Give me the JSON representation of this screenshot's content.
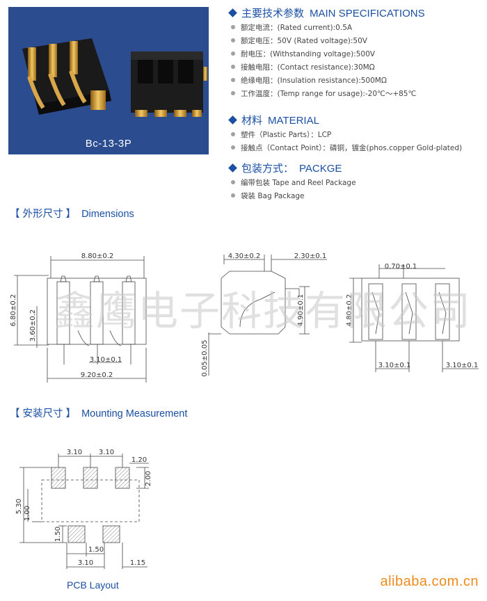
{
  "product": {
    "model": "Bc-13-3P"
  },
  "specs": {
    "main": {
      "title_cn": "主要技术参数",
      "title_en": "MAIN SPECIFICATIONS",
      "items": [
        "额定电流：(Rated  current):0.5A",
        "额定电压：50V (Rated  voltage):50V",
        "耐电压：(Withstanding voltage):500V",
        "接触电阻：(Contact resistance):30MΩ",
        "绝缘电阻：(Insulation resistance):500MΩ",
        "工作温度：(Temp range for usage):-20℃～+85℃"
      ]
    },
    "material": {
      "title_cn": "材料",
      "title_en": "MATERIAL",
      "items": [
        "塑件（Plastic Parts）：LCP",
        "接触点（Contact Point）：磷铜，镀金(phos.copper Gold-plated)"
      ]
    },
    "packing": {
      "title_cn": "包装方式：",
      "title_en": "PACKGE",
      "items": [
        "编带包装  Tape and Reel Package",
        "袋装  Bag    Package"
      ]
    }
  },
  "dimensions": {
    "title_cn": "【 外形尺寸 】",
    "title_en": "Dimensions",
    "front": {
      "top_width": "8.80±0.2",
      "height": "6.80±0.2",
      "lower_height": "3.60±0.2",
      "pitch": "3.10±0.1",
      "bottom_width": "9.20±0.2"
    },
    "side": {
      "top_left": "4.30±0.2",
      "top_right": "2.30±0.1",
      "height": "4.90±0.1",
      "foot": "0.05±0.05"
    },
    "right": {
      "top": "0.70±0.1",
      "height": "4.80±0.2",
      "pitch_left": "3.10±0.1",
      "pitch_right": "3.10±0.1"
    }
  },
  "mounting": {
    "title_cn": "【 安装尺寸 】",
    "title_en": "Mounting Measurement",
    "dims": {
      "pitch_a": "3.10",
      "pitch_b": "3.10",
      "pad_w": "1.20",
      "pad_h": "2.00",
      "total_h": "5.30",
      "offset_v": "1.00",
      "bottom_h": "1.50",
      "bottom_gap": "1.50",
      "bottom_pitch": "3.10",
      "bottom_right": "1.15"
    },
    "caption": "PCB Layout"
  },
  "watermark": "鑫鹰电子科技有限公司",
  "footer": {
    "brand": "alibaba.com.cn"
  },
  "colors": {
    "accent": "#1a4fa3",
    "photo_bg": "#2b4c8f",
    "brand": "#f08a1c"
  }
}
